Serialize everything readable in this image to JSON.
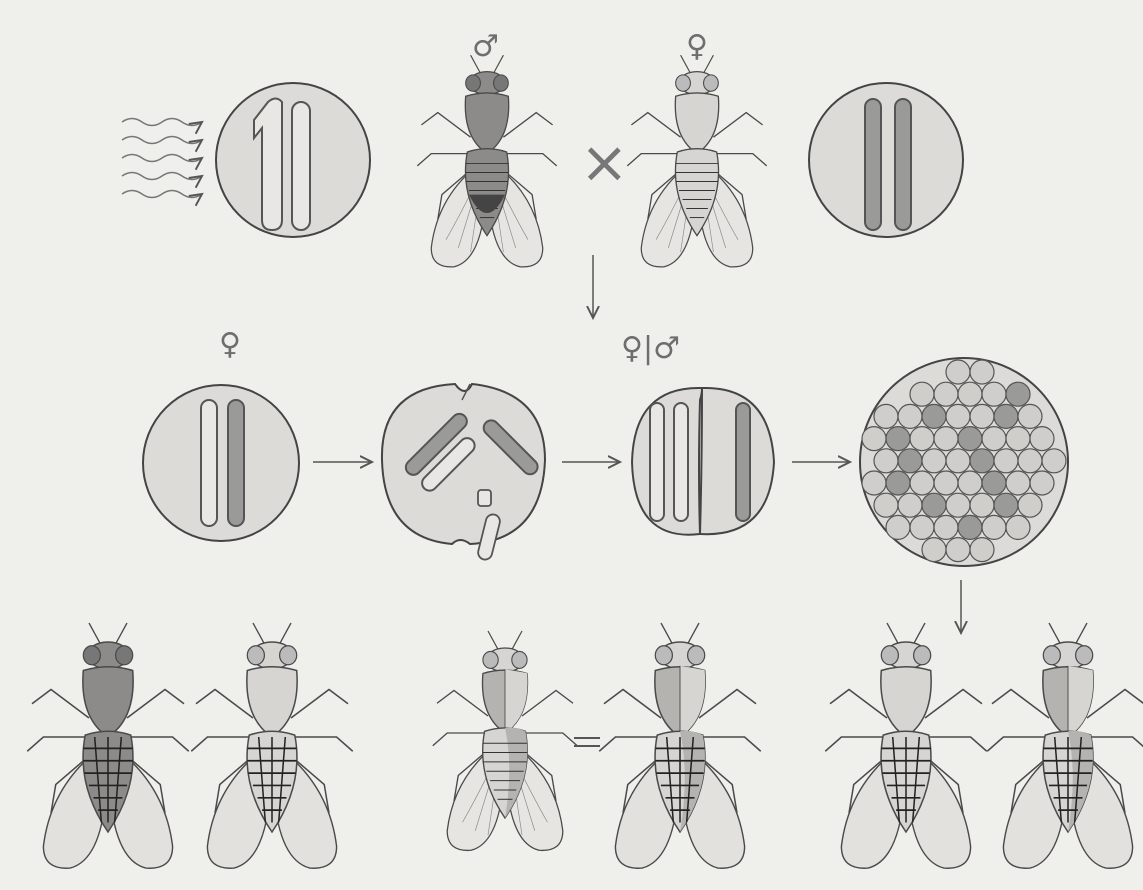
{
  "symbols": {
    "male": "♂",
    "female": "♀",
    "female_male": "♀|♂",
    "cross": "×"
  },
  "colors": {
    "background": "#efefec",
    "cell_fill": "#dcdbd8",
    "line": "#4a4a4a",
    "chromosome_dark": "#9a9a98",
    "fly_light": "#d6d5d2",
    "fly_dark": "#8c8b89",
    "fly_mid": "#b4b3b0"
  },
  "flies": [
    {
      "id": "parent-male",
      "shade": "dark"
    },
    {
      "id": "parent-female",
      "shade": "light"
    },
    {
      "id": "offspring-dark",
      "shade": "dark"
    },
    {
      "id": "offspring-light",
      "shade": "light"
    },
    {
      "id": "offspring-mosaic",
      "shade": "mosaic"
    },
    {
      "id": "offspring-mosaic-schematic",
      "shade": "mosaic"
    },
    {
      "id": "offspring-light-2",
      "shade": "light"
    },
    {
      "id": "offspring-mosaic-2",
      "shade": "mosaic"
    }
  ],
  "radiation": {
    "arrow_count": 5
  }
}
